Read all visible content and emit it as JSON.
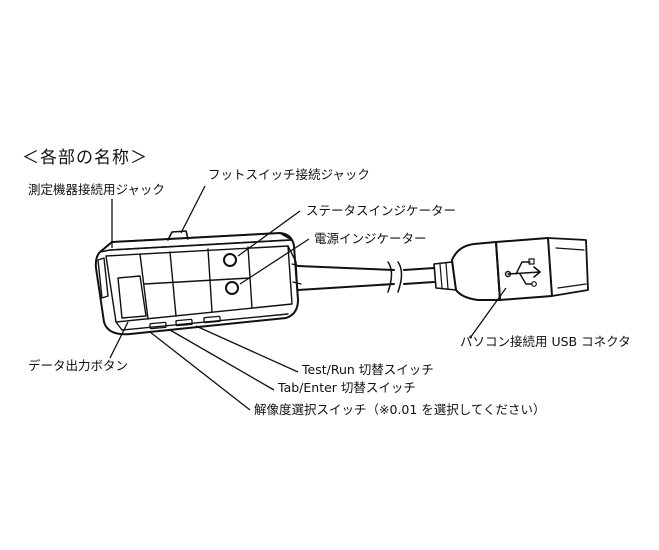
{
  "heading": "＜各部の名称＞",
  "labels": {
    "measuring_jack": "測定機器接続用ジャック",
    "footswitch_jack": "フットスイッチ接続ジャック",
    "status_indicator": "ステータスインジケーター",
    "power_indicator": "電源インジケーター",
    "usb_connector": "パソコン接続用 USB コネクタ",
    "data_output_button": "データ出力ボタン",
    "test_run_switch": "Test/Run 切替スイッチ",
    "tab_enter_switch": "Tab/Enter 切替スイッチ",
    "resolution_switch": "解像度選択スイッチ（※0.01 を選択してください）"
  }
}
